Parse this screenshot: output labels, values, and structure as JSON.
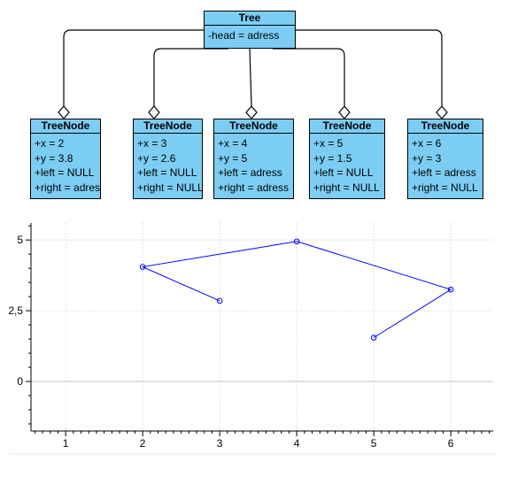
{
  "diagram": {
    "root": {
      "title": "Tree",
      "attrs": [
        "-head = adress"
      ]
    },
    "nodes": [
      {
        "title": "TreeNode",
        "attrs": [
          "+x = 2",
          "+y =  3.8",
          "+left =  NULL",
          "+right =  adress"
        ]
      },
      {
        "title": "TreeNode",
        "attrs": [
          "+x = 3",
          "+y =  2.6",
          "+left =  NULL",
          "+right =  NULL"
        ]
      },
      {
        "title": "TreeNode",
        "attrs": [
          "+x = 4",
          "+y =  5",
          "+left =  adress",
          "+right =  adress"
        ]
      },
      {
        "title": "TreeNode",
        "attrs": [
          "+x = 5",
          "+y =  1.5",
          "+left =  NULL",
          "+right =  NULL"
        ]
      },
      {
        "title": "TreeNode",
        "attrs": [
          "+x = 6",
          "+y =  3",
          "+left =  adress",
          "+right =  NULL"
        ]
      }
    ]
  },
  "chart_data": {
    "type": "line",
    "series": [
      {
        "points": [
          [
            3,
            2.85
          ],
          [
            2,
            4.05
          ],
          [
            4,
            4.95
          ],
          [
            6,
            3.25
          ],
          [
            5,
            1.55
          ]
        ]
      }
    ],
    "xlim": [
      0.55,
      6.55
    ],
    "ylim": [
      -1.75,
      5.6
    ],
    "x_ticks": [
      1,
      2,
      3,
      4,
      5,
      6
    ],
    "x_tick_labels": [
      "1",
      "2",
      "3",
      "4",
      "5",
      "6"
    ],
    "y_ticks": [
      0,
      2.5,
      5
    ],
    "y_tick_labels": [
      "0",
      "2,5",
      "5"
    ],
    "grid": true,
    "line_color": "#0000ff"
  }
}
